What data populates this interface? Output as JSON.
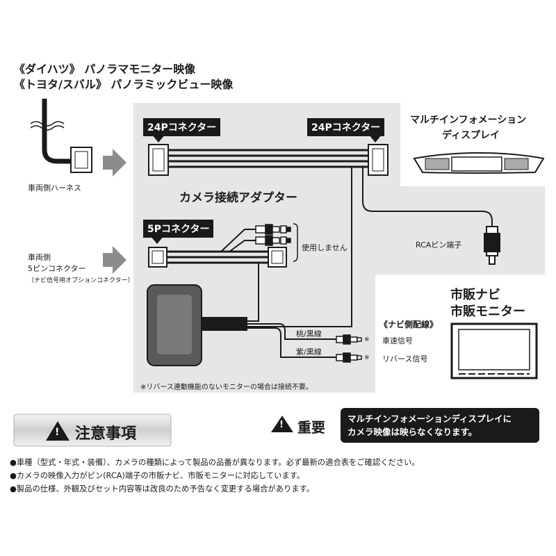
{
  "source": {
    "line1": "《ダイハツ》 パノラマモニター映像",
    "line2": "《トヨタ/スバル》 パノラミックビュー映像",
    "harness_label": "車両側ハーネス"
  },
  "connectors": {
    "left_24p": "24Pコネクター",
    "right_24p": "24Pコネクター",
    "five_p": "5Pコネクター"
  },
  "adapter_title": "カメラ接続アダプター",
  "mid": {
    "unused": "使用しません",
    "vehicle_5pin_line1": "車両側",
    "vehicle_5pin_line2": "5ピンコネクター",
    "vehicle_5pin_note": "（ナビ信号用オプションコネクター）"
  },
  "wires": {
    "peach_black": "桃/黒線",
    "purple_black": "紫/黒線",
    "mark": "※"
  },
  "navi_side": {
    "heading": "《ナビ側配線》",
    "speed_signal": "車速信号",
    "reverse_signal": "リバース信号"
  },
  "rca_label": "RCAピン端子",
  "mid_display": {
    "line1": "マルチインフォメーション",
    "line2": "ディスプレイ"
  },
  "aftermarket": {
    "line1": "市販ナビ",
    "line2": "市販モニター"
  },
  "footnote": "※リバース連動機能のないモニターの場合は接続不要。",
  "caution": {
    "title": "注意事項",
    "items": [
      "●車種（型式・年式・装備）、カメラの種類によって製品の品番が異なります。必ず最新の適合表をご確認ください。",
      "●カメラの映像入力がピン(RCA)端子の市販ナビ、市販モニターに対応しています。",
      "●製品の仕様、外観及びセット内容等は改良のため予告なく変更する場合があります。"
    ]
  },
  "important": {
    "title": "重要",
    "text_line1": "マルチインフォメーションディスプレイに",
    "text_line2": "カメラ映像は映らなくなります。"
  },
  "colors": {
    "panel": "#e6e6e6",
    "ink": "#1a1a1a",
    "arrow": "#8c8c8c"
  }
}
